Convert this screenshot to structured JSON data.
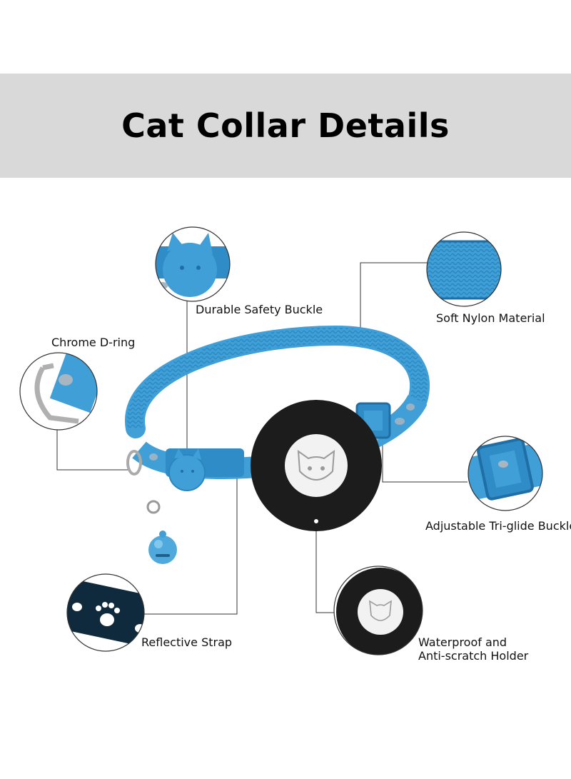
{
  "title": "Cat Collar Details",
  "labels": {
    "durable_safety_buckle": "Durable Safety Buckle",
    "soft_nylon_material": "Soft Nylon Material",
    "chrome_d_ring": "Chrome D-ring",
    "adjustable_tri_glide_buckle": "Adjustable Tri-glide Buckle",
    "reflective_strap": "Reflective Strap",
    "waterproof_holder_line1": "Waterproof and",
    "waterproof_holder_line2": "Anti-scratch Holder"
  },
  "colors": {
    "band": "#d9d9d9",
    "collar_blue": "#3f9fd6",
    "collar_dark_blue": "#1f6fa6",
    "holder_black": "#1c1c1c",
    "tag_white": "#f2f2f2",
    "reflective": "#a8b6c2",
    "leader_line": "#333333"
  },
  "icons": [
    "safety-buckle-icon",
    "nylon-texture-icon",
    "d-ring-icon",
    "tri-glide-icon",
    "reflective-paw-icon",
    "holder-icon",
    "bell-icon",
    "cat-face-icon"
  ]
}
